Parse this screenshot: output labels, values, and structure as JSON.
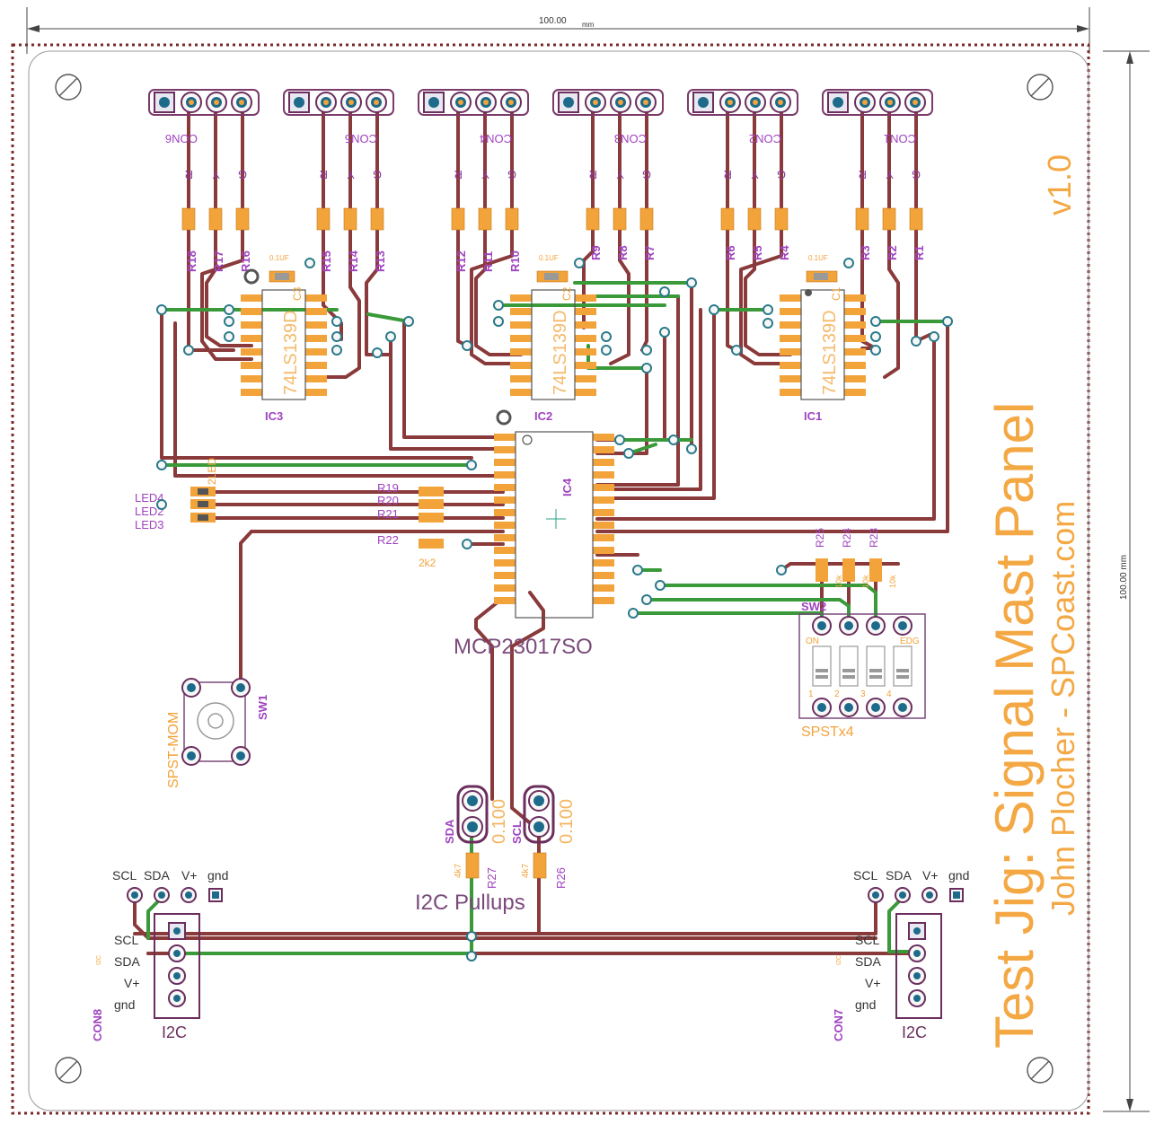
{
  "dimensions": {
    "width_label": "100.00",
    "width_unit": "mm",
    "height_label": "100.00 mm"
  },
  "title": {
    "line1": "Test Jig: Signal Mast Panel",
    "line2": "John Plocher - SPCoast.com",
    "version": "v1.0"
  },
  "connectors": [
    {
      "id": "con6",
      "label": "CON6"
    },
    {
      "id": "con5",
      "label": "CON5"
    },
    {
      "id": "con4",
      "label": "CON4"
    },
    {
      "id": "con3",
      "label": "CON3"
    },
    {
      "id": "con2",
      "label": "CON2"
    },
    {
      "id": "con1",
      "label": "CON1"
    }
  ],
  "signal_letters": [
    "R",
    "Y",
    "G"
  ],
  "resistors_top": [
    {
      "label": "R18"
    },
    {
      "label": "R17"
    },
    {
      "label": "R16"
    },
    {
      "label": "R15"
    },
    {
      "label": "R14"
    },
    {
      "label": "R13"
    },
    {
      "label": "R12"
    },
    {
      "label": "R11"
    },
    {
      "label": "R10"
    },
    {
      "label": "R9"
    },
    {
      "label": "R8"
    },
    {
      "label": "R7"
    },
    {
      "label": "R6"
    },
    {
      "label": "R5"
    },
    {
      "label": "R4"
    },
    {
      "label": "R3"
    },
    {
      "label": "R2"
    },
    {
      "label": "R1"
    }
  ],
  "ics": [
    {
      "id": "ic3",
      "label": "IC3",
      "part": "74LS139D",
      "cap": "C3",
      "cap_value": "0.1UF"
    },
    {
      "id": "ic2",
      "label": "IC2",
      "part": "74LS139D",
      "cap": "C2",
      "cap_value": "0.1UF"
    },
    {
      "id": "ic1",
      "label": "IC1",
      "part": "74LS139D",
      "cap": "C1",
      "cap_value": "0.1UF"
    }
  ],
  "main_ic": {
    "label": "IC4",
    "part": "MCP23017SO"
  },
  "leds": [
    "LED4",
    "LED2",
    "LED3"
  ],
  "led_resistors": [
    {
      "label": "R19"
    },
    {
      "label": "R20"
    },
    {
      "label": "R21"
    },
    {
      "label": "R22"
    }
  ],
  "led_resistor_value": "2k2",
  "led_part_fragment": "2LED",
  "switch_mom": {
    "label": "SW1",
    "part": "SPST-MOM"
  },
  "dip_switch": {
    "label": "SW2",
    "part": "SPSTx4",
    "on_label": "ON",
    "edg_label": "EDG",
    "pin_numbers": [
      "1",
      "2",
      "3",
      "4"
    ]
  },
  "pullup_resistors": [
    {
      "label": "R25",
      "value": "10k"
    },
    {
      "label": "R24",
      "value": "10k"
    },
    {
      "label": "R23",
      "value": "10k"
    }
  ],
  "i2c_pullups": {
    "title": "I2C Pullups",
    "sda_label": "SDA",
    "scl_label": "SCL",
    "header_value": "0.100",
    "r27": "R27",
    "r26": "R26",
    "value": "4k7"
  },
  "i2c_ports": [
    {
      "id": "con8",
      "label": "CON8",
      "title": "I2C",
      "small": "I2C",
      "pins": [
        "SCL",
        "SDA",
        "V+",
        "gnd"
      ]
    },
    {
      "id": "con7",
      "label": "CON7",
      "title": "I2C",
      "small": "I2C",
      "pins": [
        "SCL",
        "SDA",
        "V+",
        "gnd"
      ]
    }
  ],
  "colors": {
    "copper_bottom": "#8a3a3a",
    "copper_top": "#3a9a3a",
    "pad": "#f2a33a",
    "silk_name": "#a043c0",
    "title": "#f4a844"
  }
}
